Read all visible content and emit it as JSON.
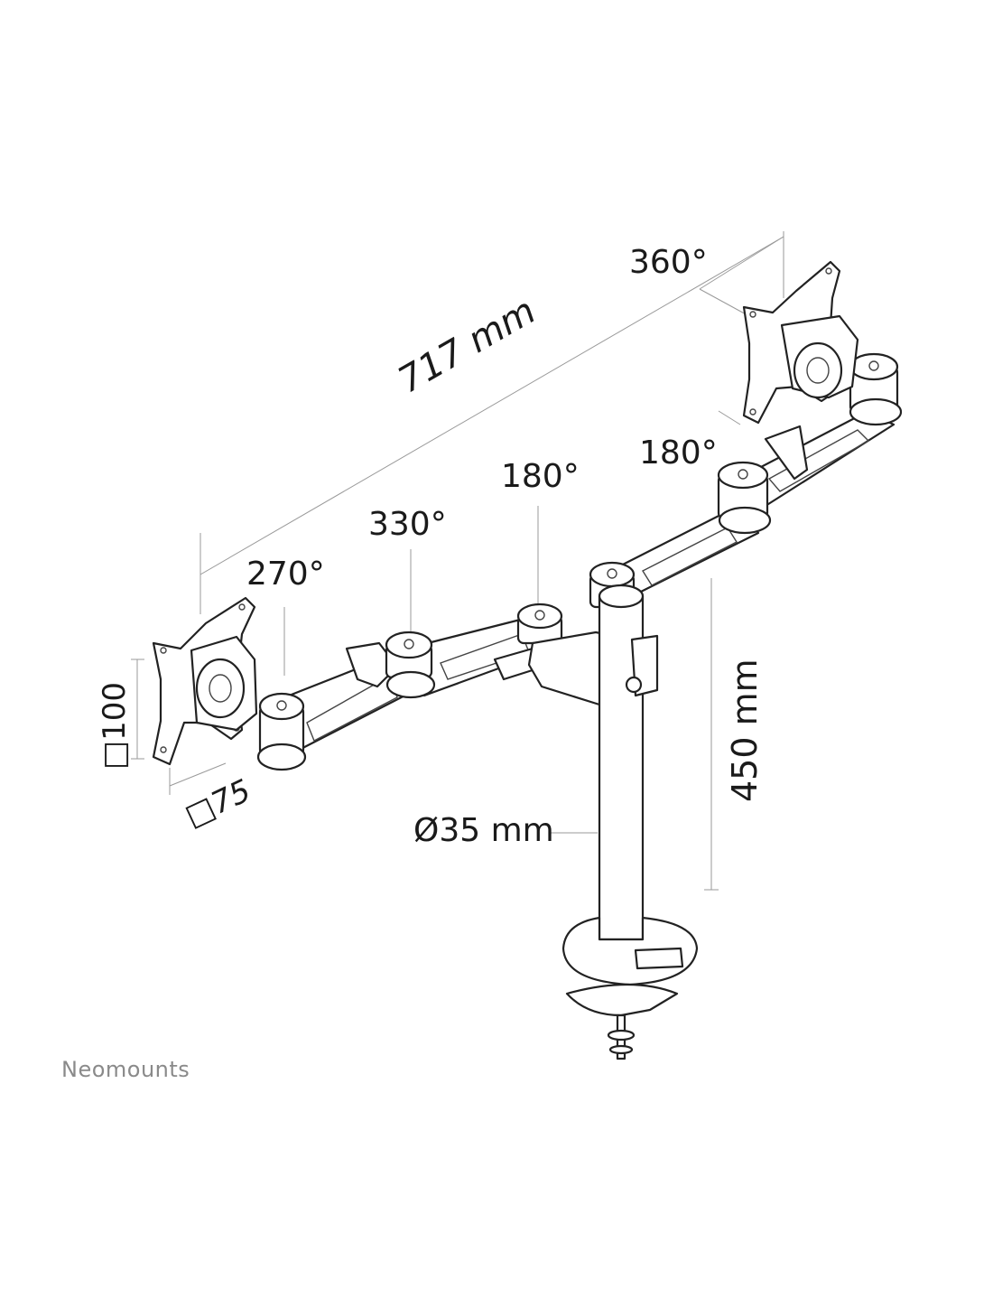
{
  "labels": {
    "rotation_right_display": "360°",
    "total_width": "717 mm",
    "rotation_right_arm_joint": "180°",
    "rotation_center_joint": "180°",
    "rotation_left_arm_joint": "330°",
    "rotation_left_display": "270°",
    "vesa_height": "□100",
    "vesa_width": "□75",
    "pole_diameter": "Ø35 mm",
    "pole_height": "450 mm"
  },
  "brand": "Neomounts",
  "colors": {
    "line": "#222222",
    "dimension": "#9a9a9a",
    "brand": "#8a8a8a",
    "background": "#ffffff"
  }
}
